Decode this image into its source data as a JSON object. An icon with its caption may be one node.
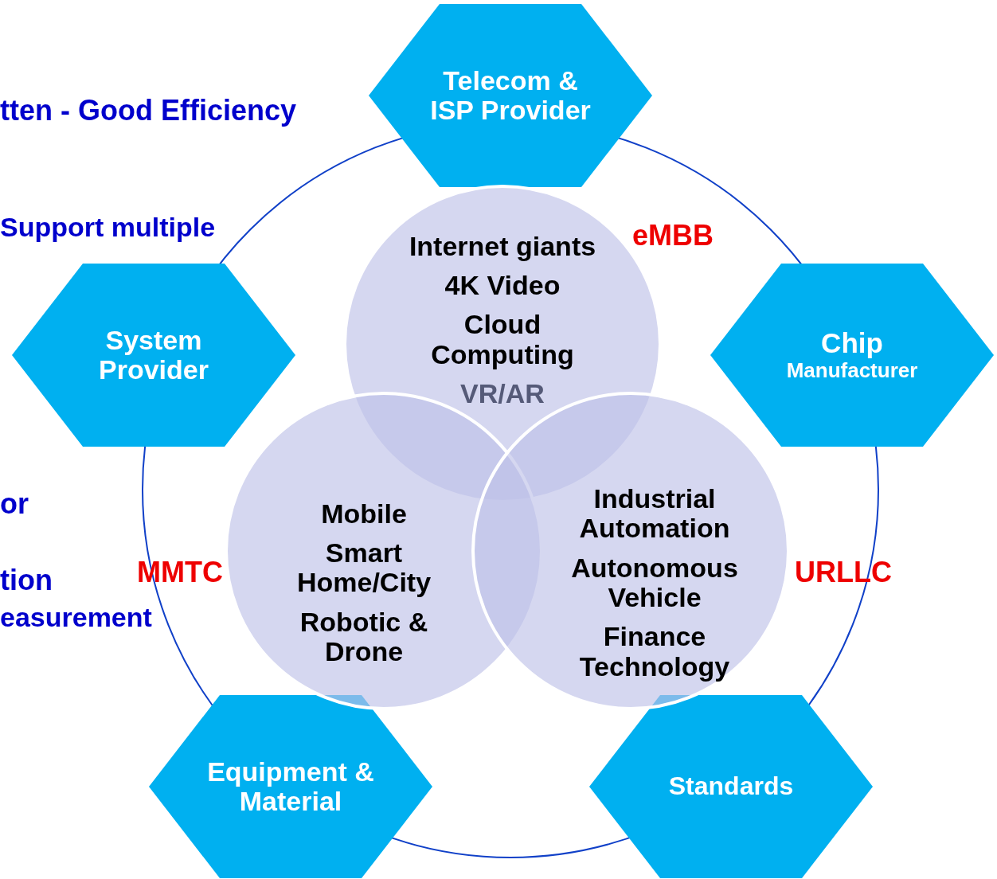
{
  "diagram": {
    "nodes": [
      {
        "text": [
          "Telecom & ISP Provider"
        ]
      },
      {
        "text": [
          "System Provider"
        ]
      },
      {
        "text": [
          "Chip",
          "Manufacturer"
        ]
      },
      {
        "text": [
          "Equipment & Material"
        ]
      },
      {
        "text": [
          "Standards"
        ]
      },
      {
        "text": [
          "Internet giants",
          "4K Video",
          "Cloud Computing",
          "VR/AR"
        ]
      },
      {
        "text": [
          "Mobile",
          "Smart Home/City",
          "Robotic & Drone"
        ]
      },
      {
        "text": [
          "Industrial Automation",
          "Autonomous Vehicle",
          "Finance Technology"
        ]
      }
    ],
    "edges": [],
    "labels": [
      "tten - Good Efficiency",
      "Support multiple",
      "eMBB",
      "or",
      "MMTC",
      "URLLC",
      "tion",
      "easurement"
    ]
  }
}
